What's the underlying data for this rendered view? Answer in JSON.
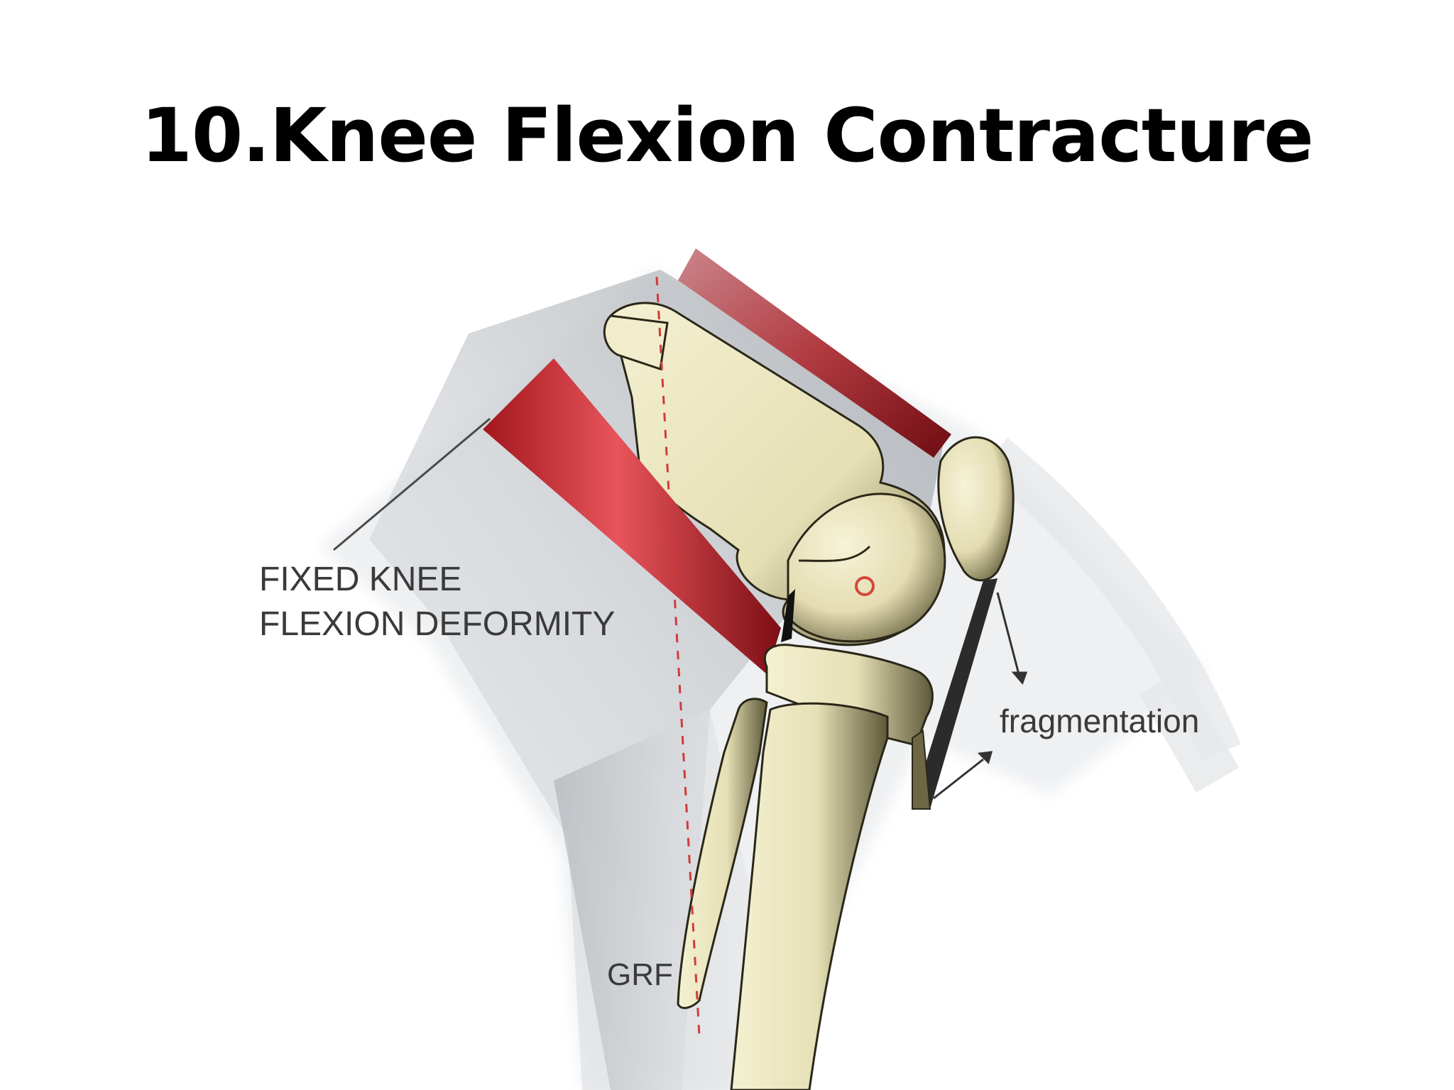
{
  "slide": {
    "title": "10.Knee Flexion Contracture"
  },
  "diagram": {
    "labels": {
      "deformity_line1": "FIXED KNEE",
      "deformity_line2": "FLEXION DEFORMITY",
      "fragmentation": "fragmentation",
      "grf": "GRF"
    },
    "colors": {
      "muscle_dark": "#8a1418",
      "muscle_light": "#e0474f",
      "bone_light": "#f3efcf",
      "bone_dark": "#3e3a24",
      "grf_line": "#d23a3a",
      "shadow": "#b9bcc1"
    }
  }
}
